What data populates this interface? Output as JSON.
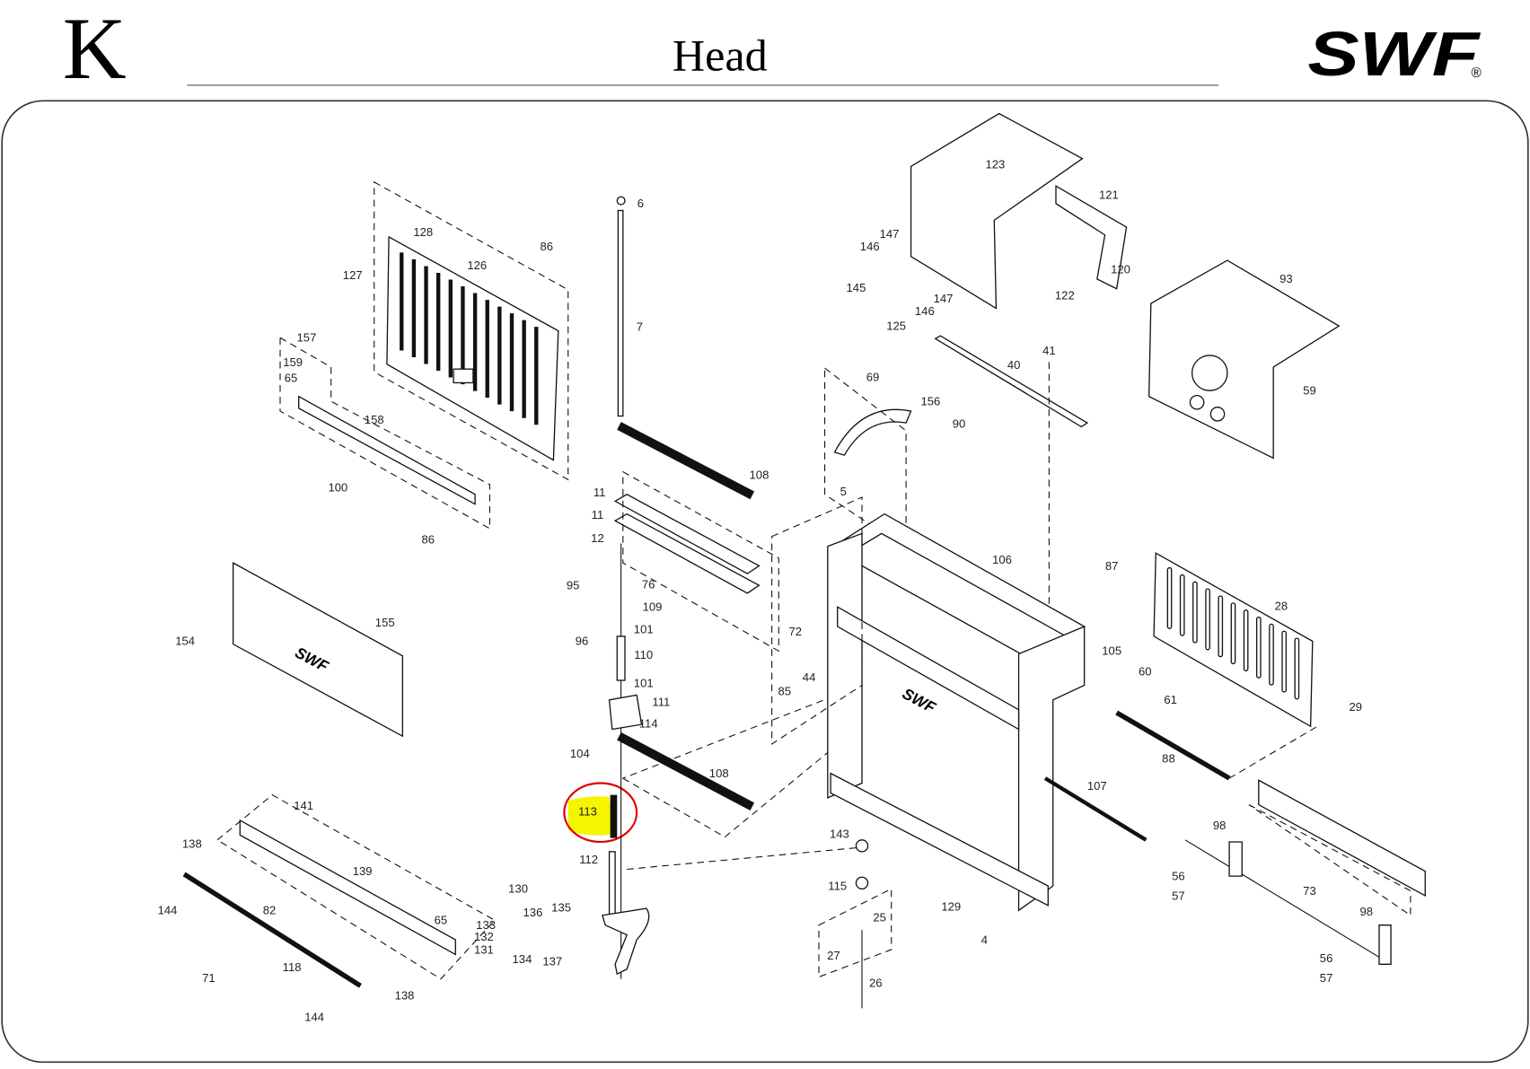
{
  "header": {
    "section_letter": "K",
    "title": "Head",
    "logo_text": "SWF",
    "logo_mark": "®"
  },
  "highlight": {
    "part": "113",
    "fill_color": "#f5f500",
    "ring_color": "#e00000"
  },
  "parts": [
    "6",
    "7",
    "86",
    "128",
    "126",
    "127",
    "157",
    "159",
    "65",
    "158",
    "100",
    "86",
    "108",
    "11",
    "11",
    "12",
    "95",
    "76",
    "109",
    "96",
    "101",
    "110",
    "101",
    "111",
    "114",
    "104",
    "108",
    "113",
    "112",
    "155",
    "154",
    "141",
    "138",
    "139",
    "144",
    "82",
    "71",
    "118",
    "138",
    "144",
    "130",
    "65",
    "133",
    "132",
    "131",
    "136",
    "135",
    "134",
    "137",
    "123",
    "121",
    "147",
    "146",
    "145",
    "120",
    "122",
    "147",
    "146",
    "125",
    "93",
    "59",
    "41",
    "40",
    "69",
    "156",
    "90",
    "5",
    "106",
    "87",
    "28",
    "72",
    "44",
    "85",
    "105",
    "60",
    "61",
    "29",
    "88",
    "107",
    "143",
    "115",
    "25",
    "27",
    "26",
    "129",
    "4",
    "98",
    "56",
    "57",
    "73",
    "98",
    "56",
    "57"
  ]
}
